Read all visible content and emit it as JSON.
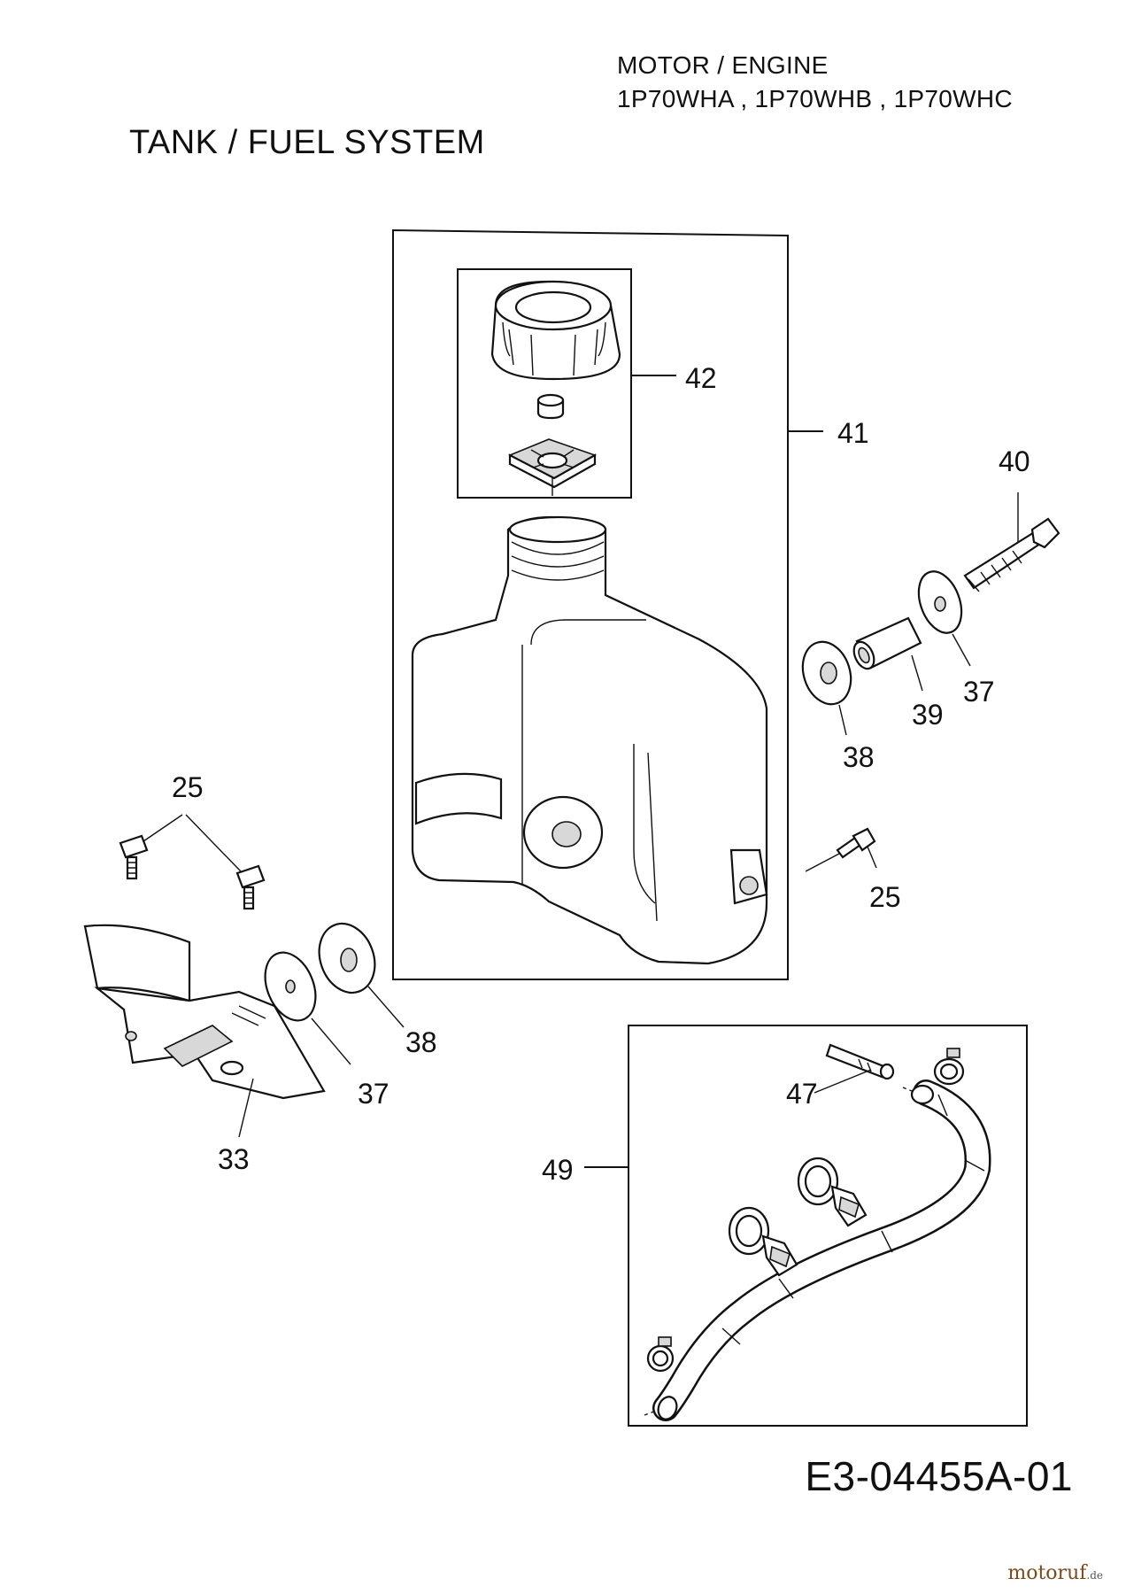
{
  "header": {
    "line1": "MOTOR / ENGINE",
    "line2": "1P70WHA ,  1P70WHB ,  1P70WHC"
  },
  "section_title": "TANK / FUEL SYSTEM",
  "drawing_code": "E3-04455A-01",
  "watermark": {
    "brand": "motoruf",
    "suffix": ".de"
  },
  "callouts": {
    "c42": "42",
    "c41": "41",
    "c40": "40",
    "c38a": "38",
    "c39": "39",
    "c37a": "37",
    "c25a": "25",
    "c25b": "25",
    "c38b": "38",
    "c37b": "37",
    "c33": "33",
    "c47": "47",
    "c49": "49"
  }
}
